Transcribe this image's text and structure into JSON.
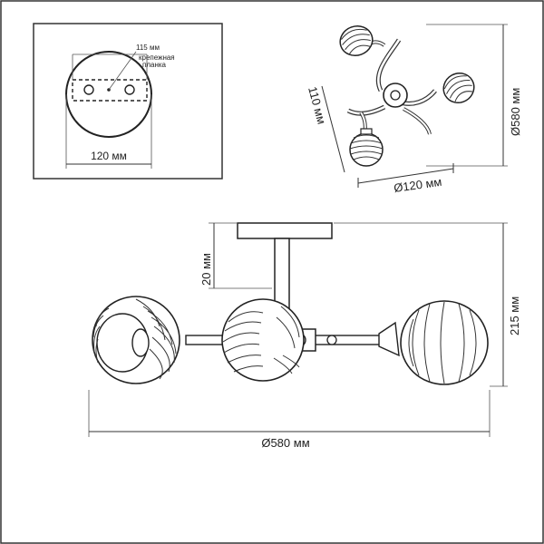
{
  "mount_detail": {
    "bracket_label": "115 мм",
    "bracket_caption_line1": "крепежная",
    "bracket_caption_line2": "планка",
    "plate_width_label": "120 мм"
  },
  "top_view": {
    "height_label": "110 мм",
    "diameter_label": "Ø580 мм",
    "base_diameter_label": "Ø120 мм"
  },
  "side_view": {
    "rod_label": "20 мм",
    "height_label": "215 мм",
    "width_label": "Ø580 мм"
  }
}
